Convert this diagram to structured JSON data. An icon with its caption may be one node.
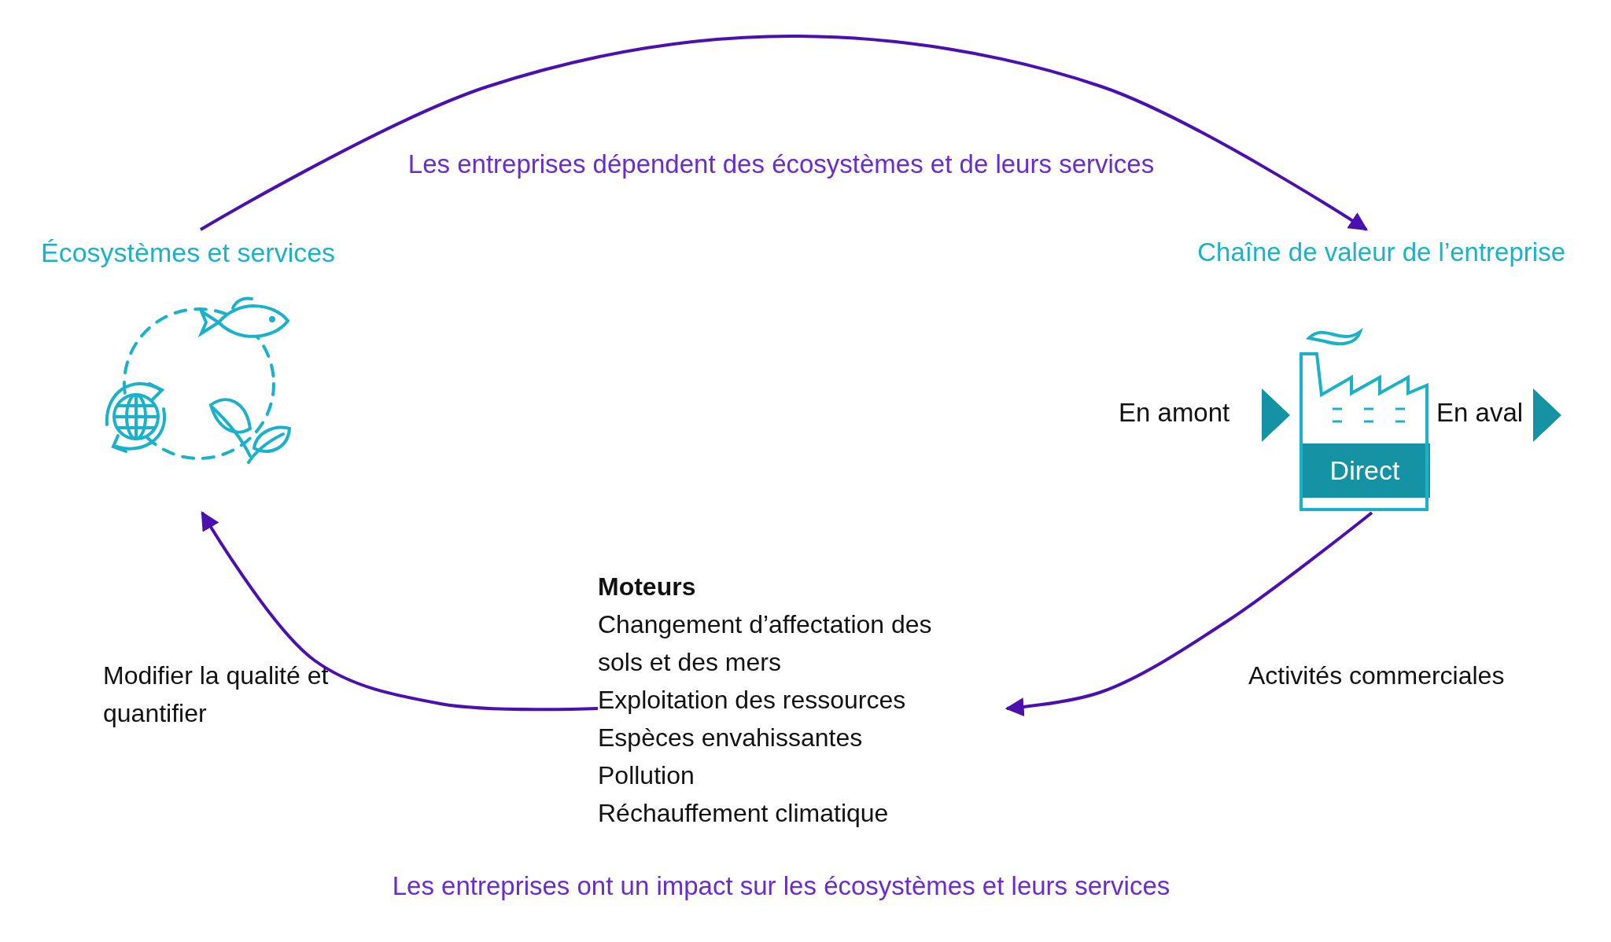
{
  "diagram": {
    "nodes": [
      {
        "text": [
          "Écosystèmes et services"
        ]
      },
      {
        "text": [
          "Chaîne de valeur de l’entreprise"
        ]
      },
      {
        "text": [
          "Direct"
        ],
        "in": 1
      },
      {
        "text": [
          "Moteurs",
          "Changement d’affectation des sols et des mers",
          "Exploitation des ressources",
          "Espèces envahissantes",
          "Pollution",
          "Réchauffement climatique"
        ]
      }
    ],
    "edges": [
      {
        "from": 0,
        "to": 1,
        "arrow": "to",
        "label": "Les entreprises dépendent des écosystèmes et de leurs services"
      },
      {
        "from": 1,
        "to": 3,
        "arrow": "to",
        "label": "Activités commerciales"
      },
      {
        "from": 3,
        "to": 0,
        "arrow": "to",
        "label": "Modifier la qualité et quantifier"
      }
    ],
    "labels": [
      "En amont",
      "En aval",
      "Les entreprises ont un impact sur les écosystèmes et leurs services"
    ]
  }
}
